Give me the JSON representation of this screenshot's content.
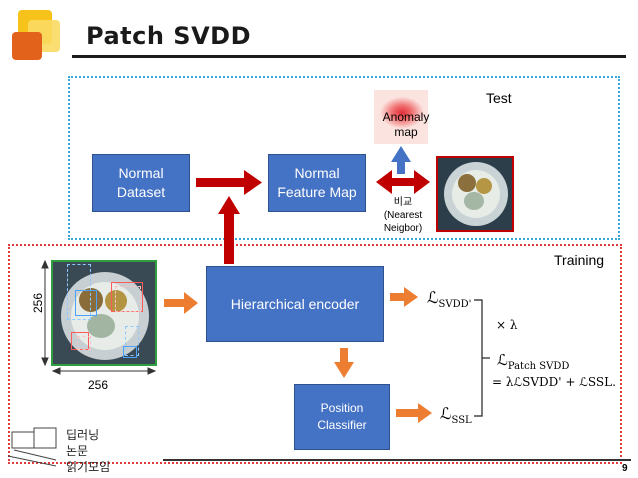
{
  "slide": {
    "title": "Patch SVDD",
    "page_number": "9"
  },
  "test": {
    "label": "Test",
    "normal_dataset": "Normal\nDataset",
    "normal_feature_map": "Normal\nFeature Map",
    "anomaly_map": "Anomaly\nmap",
    "compare_ko": "비교",
    "compare_en": "(Nearest\nNeigbor)"
  },
  "training": {
    "label": "Training",
    "hierarchical_encoder": "Hierarchical encoder",
    "position_classifier": "Position\nClassifier",
    "dim_height": "256",
    "dim_width": "256"
  },
  "loss": {
    "svdd_prime": "ℒ",
    "svdd_prime_sub": "SVDD'",
    "times_lambda": "× λ",
    "ssl": "ℒ",
    "ssl_sub": "SSL",
    "total_prefix": "ℒ",
    "total_sub": "Patch SVDD",
    "equation_rhs": "= λℒSVDD' + ℒSSL."
  },
  "footer": {
    "line1": "딥러닝",
    "line2": "논문",
    "line3": "읽기모임"
  },
  "colors": {
    "blue_box": "#4472c4",
    "red_arrow": "#c00000",
    "orange_arrow": "#ed7d31",
    "test_border": "#35a7d8",
    "train_border": "#e03a3a"
  }
}
